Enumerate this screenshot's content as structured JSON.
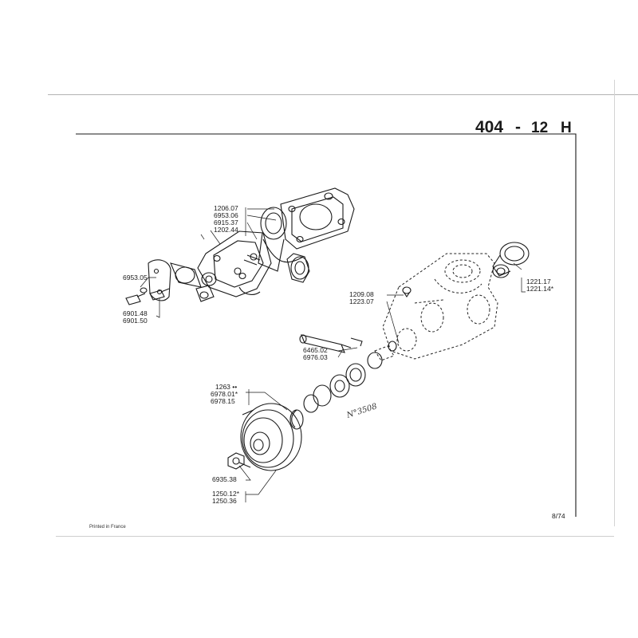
{
  "header": {
    "model": "404",
    "sep": "-",
    "group": "12",
    "letter": "H"
  },
  "footer": {
    "printed": "Printed in France",
    "page": "8/74"
  },
  "annotation": {
    "handwritten": "N°3508"
  },
  "labels": {
    "pump": [
      "1206.07",
      "6953.06",
      "6915.37",
      "1202.44"
    ],
    "bolts": [
      "6953.05",
      "6901.48",
      "6901.50"
    ],
    "cap": [
      "1221.17",
      "1221.14*"
    ],
    "plug": [
      "1209.08",
      "1223.07"
    ],
    "hose": [
      "6465.02",
      "6976.03"
    ],
    "bearing": [
      "1263 ••",
      "6978.01*",
      "6978.15"
    ],
    "nut": [
      "6935.38"
    ],
    "pulley": [
      "1250.12*",
      "1250.36"
    ]
  }
}
